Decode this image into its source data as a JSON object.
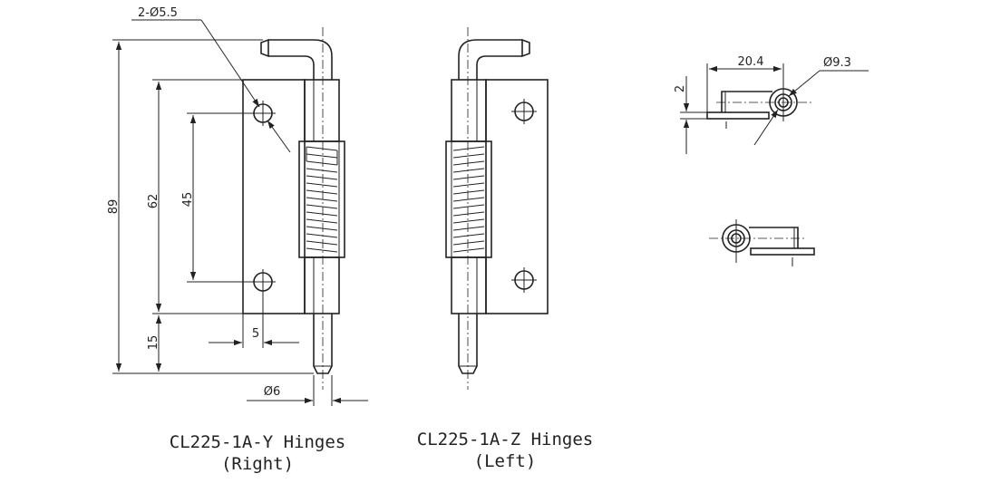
{
  "dimensions": {
    "holes": "2-Ø5.5",
    "overall_height": "89",
    "plate_height": "62",
    "hole_pitch": "45",
    "pin_length": "15",
    "edge_offset": "5",
    "pin_diameter": "Ø6",
    "width": "20.4",
    "thickness": "2",
    "knuckle_diameter": "Ø9.3"
  },
  "captions": {
    "right_model": "CL225-1A-Y Hinges",
    "right_side": "(Right)",
    "left_model": "CL225-1A-Z Hinges",
    "left_side": "(Left)"
  },
  "colors": {
    "line": "#222222",
    "background": "#ffffff"
  }
}
